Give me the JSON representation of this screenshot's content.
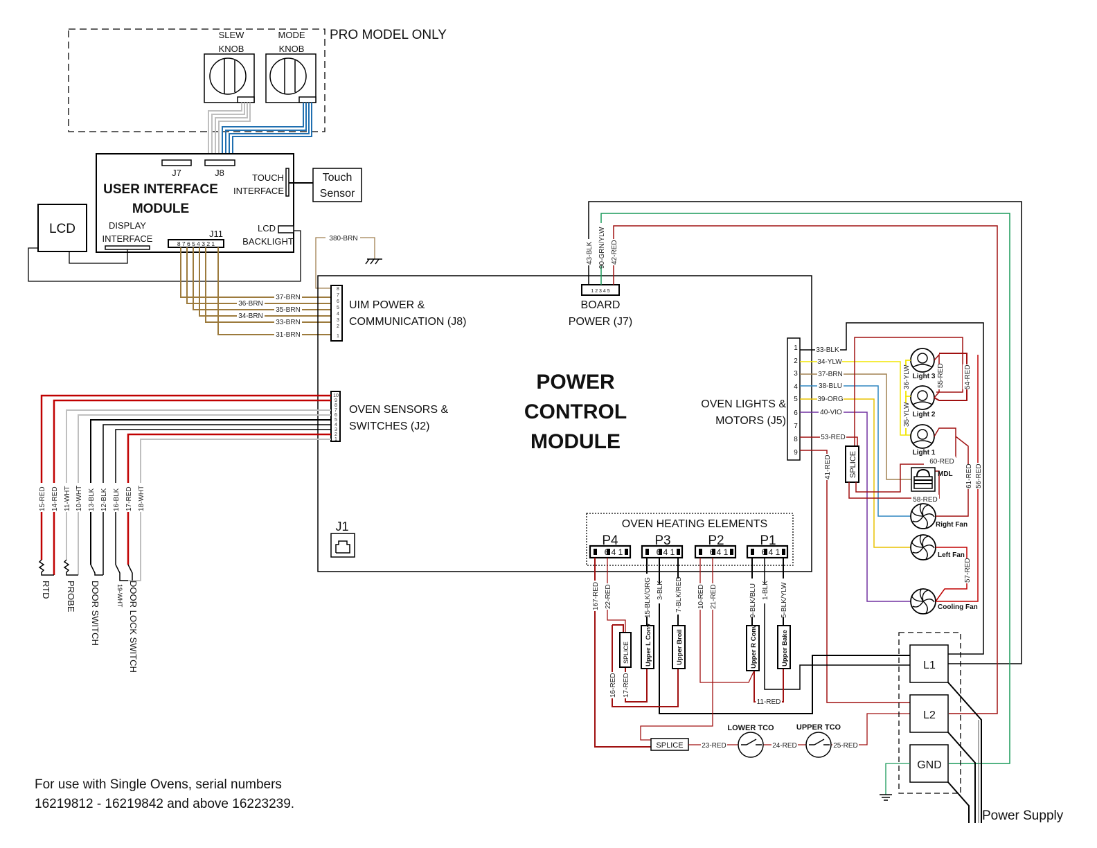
{
  "colors": {
    "red": "#c00000",
    "dark_red": "#a01010",
    "brown": "#9c7a3c",
    "black": "#000000",
    "white_wire": "#bfbfbf",
    "blue": "#1f6fb0",
    "green": "#1a9a5a",
    "yellow": "#f2e600",
    "orange": "#e8c200",
    "violet": "#7030a0",
    "teal_blue": "#2e86c1",
    "tan": "#a08050"
  },
  "pro_model": {
    "title": "PRO MODEL ONLY",
    "slew_knob": "SLEW\nKNOB",
    "slew_line1": "SLEW",
    "slew_line2": "KNOB",
    "mode_line1": "MODE",
    "mode_line2": "KNOB"
  },
  "uim": {
    "title_line1": "USER INTERFACE",
    "title_line2": "MODULE",
    "j7": "J7",
    "j8": "J8",
    "j11": "J11",
    "j11_pins": "8 7 6 5 4 3 2 1",
    "touch_line1": "TOUCH",
    "touch_line2": "INTERFACE",
    "display_line1": "DISPLAY",
    "display_line2": "INTERFACE",
    "lcd_backlight_line1": "LCD",
    "lcd_backlight_line2": "BACKLIGHT"
  },
  "lcd": {
    "label": "LCD"
  },
  "touch_sensor": {
    "line1": "Touch",
    "line2": "Sensor"
  },
  "ground_wire": {
    "label": "380-BRN"
  },
  "pcm": {
    "title_line1": "POWER",
    "title_line2": "CONTROL",
    "title_line3": "MODULE",
    "j8_line1": "UIM POWER &",
    "j8_line2": "COMMUNICATION (J8)",
    "j8_pins": [
      "8",
      "7",
      "6",
      "5",
      "4",
      "3",
      "2",
      "1"
    ],
    "j2_line1": "OVEN SENSORS &",
    "j2_line2": "SWITCHES (J2)",
    "j2_pins": [
      "10",
      "9",
      "8",
      "7",
      "6",
      "5",
      "4",
      "3",
      "2",
      "1"
    ],
    "j7_line1": "BOARD",
    "j7_line2": "POWER (J7)",
    "j7_pins": "1 2 3 4 5",
    "j5_line1": "OVEN LIGHTS &",
    "j5_line2": "MOTORS (J5)",
    "j5_pins": [
      "1",
      "2",
      "3",
      "4",
      "5",
      "6",
      "7",
      "8",
      "9"
    ],
    "j1": "J1"
  },
  "j8_wires": [
    "37-BRN",
    "36-BRN",
    "35-BRN",
    "34-BRN",
    "33-BRN",
    "31-BRN"
  ],
  "j2_wires": [
    "15-RED",
    "14-RED",
    "11-WHT",
    "10-WHT",
    "13-BLK",
    "12-BLK",
    "16-BLK",
    "17-RED",
    "18-WHT"
  ],
  "sensors": {
    "rtd": "RTD",
    "probe": "PROBE",
    "door_switch": "DOOR SWITCH",
    "door_lock_switch": "DOOR LOCK SWITCH",
    "wire_19": "19-WHT"
  },
  "j7_wires": [
    "43-BLK",
    "90-GRN/YLW",
    "42-RED"
  ],
  "j5_wires": [
    "33-BLK",
    "34-YLW",
    "37-BRN",
    "38-BLU",
    "39-ORG",
    "40-VIO",
    "",
    "53-RED",
    "41-RED"
  ],
  "loads": {
    "light3": "Light 3",
    "light2": "Light 2",
    "light1": "Light 1",
    "mdl": "MDL",
    "right_fan": "Right Fan",
    "left_fan": "Left Fan",
    "cooling_fan": "Cooling Fan",
    "splice": "SPLICE"
  },
  "load_wires": {
    "w36": "36-YLW",
    "w35": "35-YLW",
    "w55": "55-RED",
    "w54": "54-RED",
    "w60": "60-RED",
    "w58": "58-RED",
    "w61": "61-RED",
    "w56": "56-RED",
    "w57": "57-RED"
  },
  "heating": {
    "title": "OVEN HEATING ELEMENTS",
    "plugs": [
      {
        "name": "P4",
        "pins": "6 4 1"
      },
      {
        "name": "P3",
        "pins": "6 4 1"
      },
      {
        "name": "P2",
        "pins": "6 4 1"
      },
      {
        "name": "P1",
        "pins": "6 4 1"
      }
    ],
    "wires": [
      "167-RED",
      "22-RED",
      "15-BLK/ORG",
      "3-BLK",
      "7-BLK/RED",
      "10-RED",
      "21-RED",
      "9-BLK/BLU",
      "1-BLK",
      "5-BLK/YLW"
    ],
    "elements": [
      "Upper L Conv",
      "Upper Broil",
      "Upper R Conv",
      "Upper Bake"
    ],
    "splice": "SPLICE",
    "lower_wires": [
      "16-RED",
      "17-RED",
      "11-RED"
    ]
  },
  "tco": {
    "splice": "SPLICE",
    "lower": "LOWER TCO",
    "upper": "UPPER TCO",
    "wires": [
      "23-RED",
      "24-RED",
      "25-RED"
    ]
  },
  "terminal_block": {
    "l1": "L1",
    "l2": "L2",
    "gnd": "GND",
    "power_supply": "Power Supply"
  },
  "footnote": {
    "line1": "For use with Single Ovens, serial numbers",
    "line2": "16219812 - 16219842 and above 16223239."
  }
}
